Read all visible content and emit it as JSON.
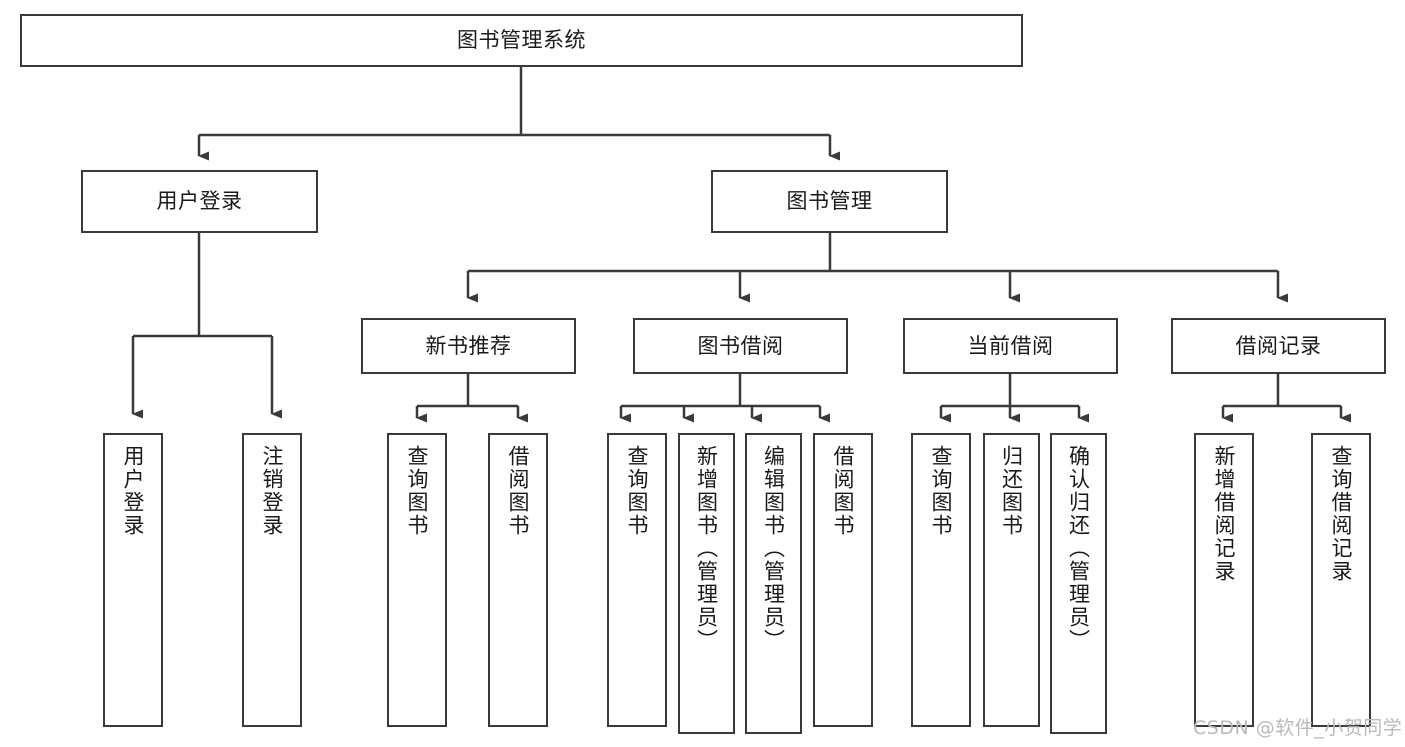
{
  "diagram": {
    "title": "图书管理系统",
    "type": "tree-hierarchy",
    "watermark": "CSDN @软件_小贺同学",
    "colors": {
      "background": "#ffffff",
      "box_border": "#3a3a3a",
      "box_fill": "#ffffff",
      "text": "#1a1a1a",
      "connector": "#3a3a3a",
      "watermark": "#b9b9b9"
    },
    "nodes": {
      "root": {
        "label": "图书管理系统"
      },
      "level2": [
        {
          "id": "user-login",
          "label": "用户登录"
        },
        {
          "id": "book-manage",
          "label": "图书管理"
        }
      ],
      "level3": [
        {
          "id": "new-book-recommend",
          "label": "新书推荐"
        },
        {
          "id": "book-borrow",
          "label": "图书借阅"
        },
        {
          "id": "current-borrow",
          "label": "当前借阅"
        },
        {
          "id": "borrow-record",
          "label": "借阅记录"
        }
      ],
      "leaves": {
        "user_login": [
          {
            "id": "leaf-user-login",
            "label": "用户登录"
          },
          {
            "id": "leaf-logout",
            "label": "注销登录"
          }
        ],
        "new_book_recommend": [
          {
            "id": "leaf-query-book-1",
            "label": "查询图书"
          },
          {
            "id": "leaf-borrow-book-1",
            "label": "借阅图书"
          }
        ],
        "book_borrow": [
          {
            "id": "leaf-query-book-2",
            "label": "查询图书"
          },
          {
            "id": "leaf-add-book",
            "label": "新增图书（管理员）"
          },
          {
            "id": "leaf-edit-book",
            "label": "编辑图书（管理员）"
          },
          {
            "id": "leaf-borrow-book-2",
            "label": "借阅图书"
          }
        ],
        "current_borrow": [
          {
            "id": "leaf-query-book-3",
            "label": "查询图书"
          },
          {
            "id": "leaf-return-book",
            "label": "归还图书"
          },
          {
            "id": "leaf-confirm-return",
            "label": "确认归还（管理员）"
          }
        ],
        "borrow_record": [
          {
            "id": "leaf-add-record",
            "label": "新增借阅记录"
          },
          {
            "id": "leaf-query-record",
            "label": "查询借阅记录"
          }
        ]
      }
    }
  }
}
